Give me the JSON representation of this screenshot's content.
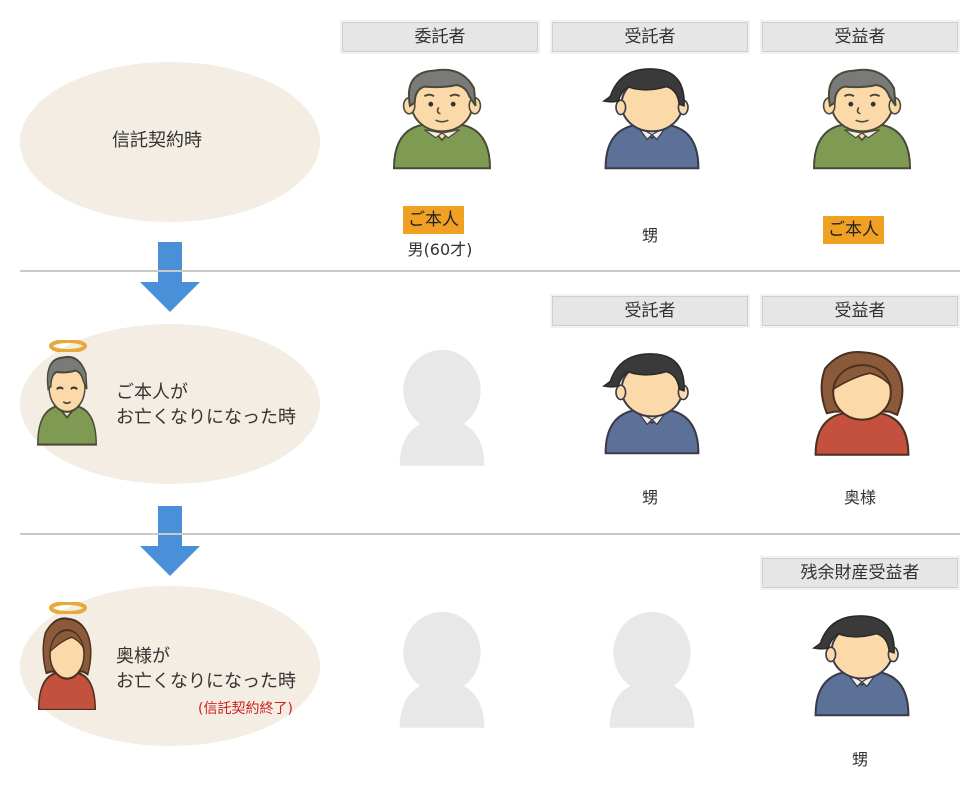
{
  "rows": [
    {
      "stage_label": "信託契約時",
      "roles": {
        "settlor": "委託者",
        "trustee": "受託者",
        "beneficiary": "受益者"
      },
      "settlor_badge": "ご本人",
      "settlor_desc": "男(60才)",
      "trustee_name": "甥",
      "beneficiary_badge": "ご本人"
    },
    {
      "stage_label_line1": "ご本人が",
      "stage_label_line2": "お亡くなりになった時",
      "roles": {
        "trustee": "受託者",
        "beneficiary": "受益者"
      },
      "trustee_name": "甥",
      "beneficiary_name": "奥様"
    },
    {
      "stage_label_line1": "奥様が",
      "stage_label_line2": "お亡くなりになった時",
      "note": "(信託契約終了)",
      "roles": {
        "residual_beneficiary": "残余財産受益者"
      },
      "residual_name": "甥"
    }
  ],
  "colors": {
    "oval": "#f3ede3",
    "arrow": "#4a90d9",
    "badge": "#f0a023",
    "note": "#d02020",
    "skin": "#fbd9a9",
    "green_shirt": "#7f9a52",
    "blue_shirt": "#5b7197",
    "red_shirt": "#c4503e",
    "silhouette": "#e8e8e8"
  }
}
